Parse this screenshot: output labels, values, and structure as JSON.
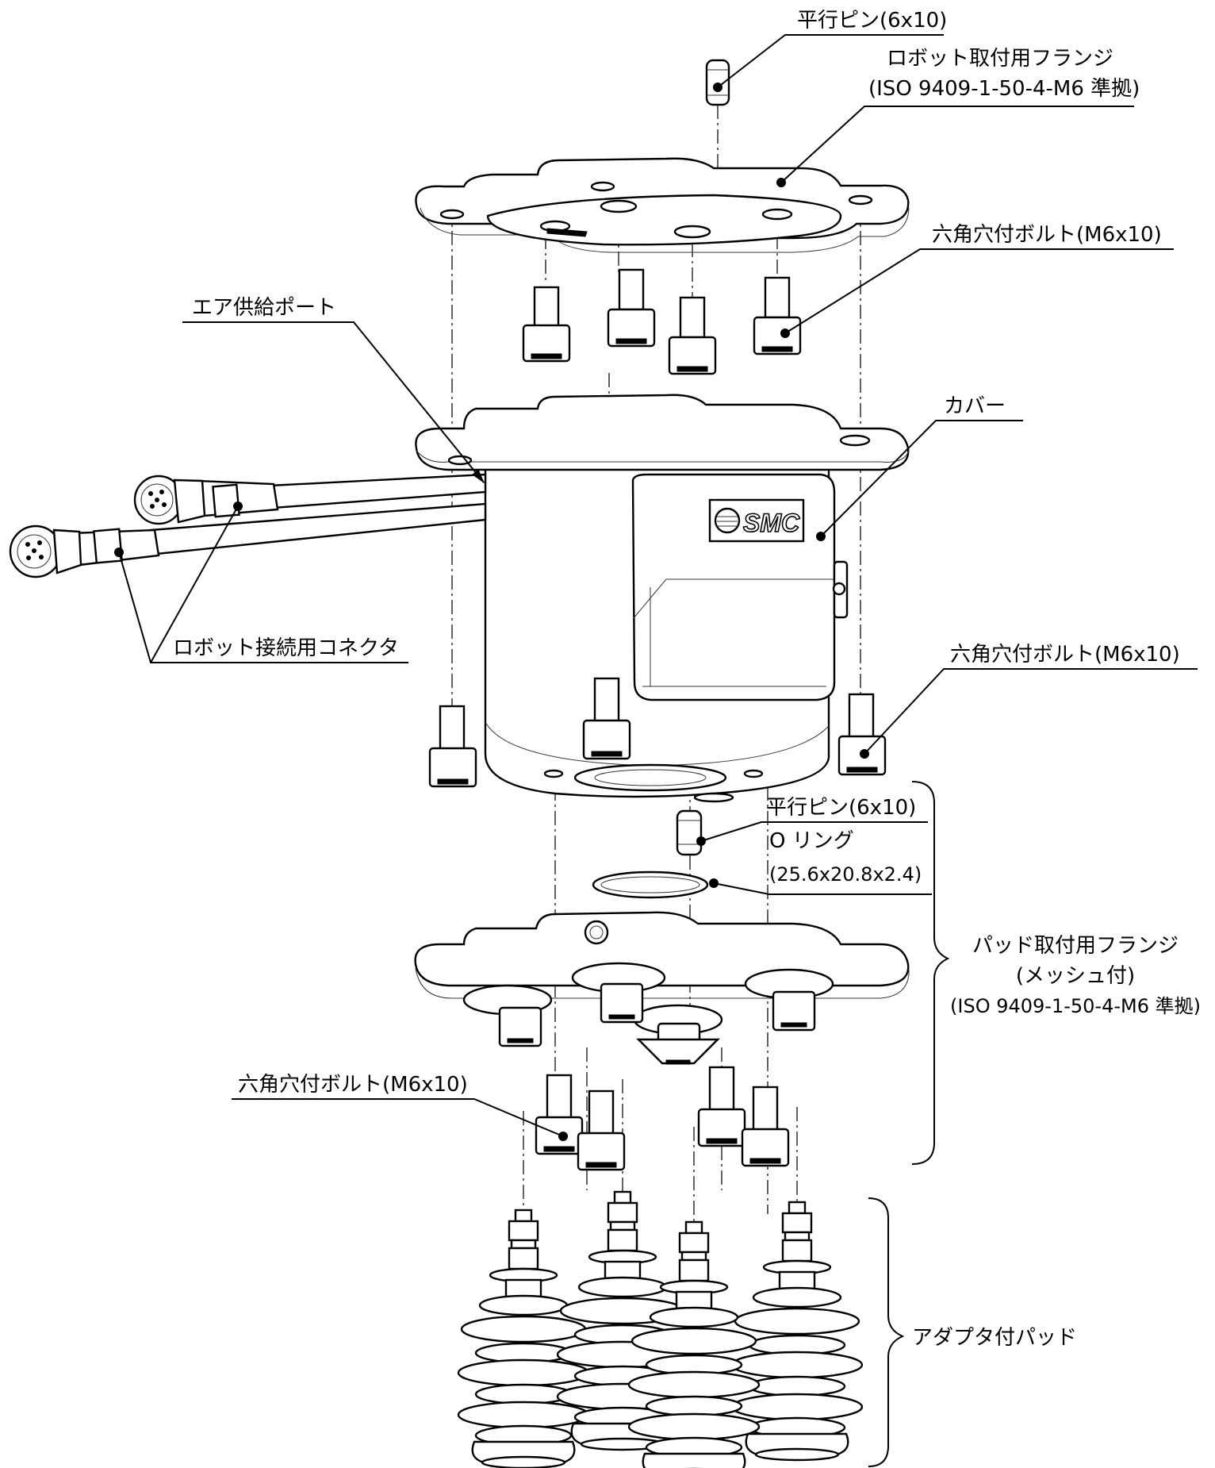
{
  "labels": {
    "parallel_pin_top": "平行ピン(6x10)",
    "robot_flange_line1": "ロボット取付用フランジ",
    "robot_flange_line2": "(ISO 9409-1-50-4-M6 準拠)",
    "hex_bolt_upper": "六角穴付ボルト(M6x10)",
    "air_supply_port": "エア供給ポート",
    "cover": "カバー",
    "robot_connector": "ロボット接続用コネクタ",
    "hex_bolt_middle": "六角穴付ボルト(M6x10)",
    "parallel_pin_lower": "平行ピン(6x10)",
    "o_ring_line1": "O リング",
    "o_ring_line2": "(25.6x20.8x2.4)",
    "pad_flange_line1": "パッド取付用フランジ",
    "pad_flange_line2": "(メッシュ付)",
    "pad_flange_line3": "(ISO 9409-1-50-4-M6 準拠)",
    "hex_bolt_lower": "六角穴付ボルト(M6x10)",
    "pad_with_adapter": "アダプタ付パッド"
  },
  "logo_text": "SMC"
}
